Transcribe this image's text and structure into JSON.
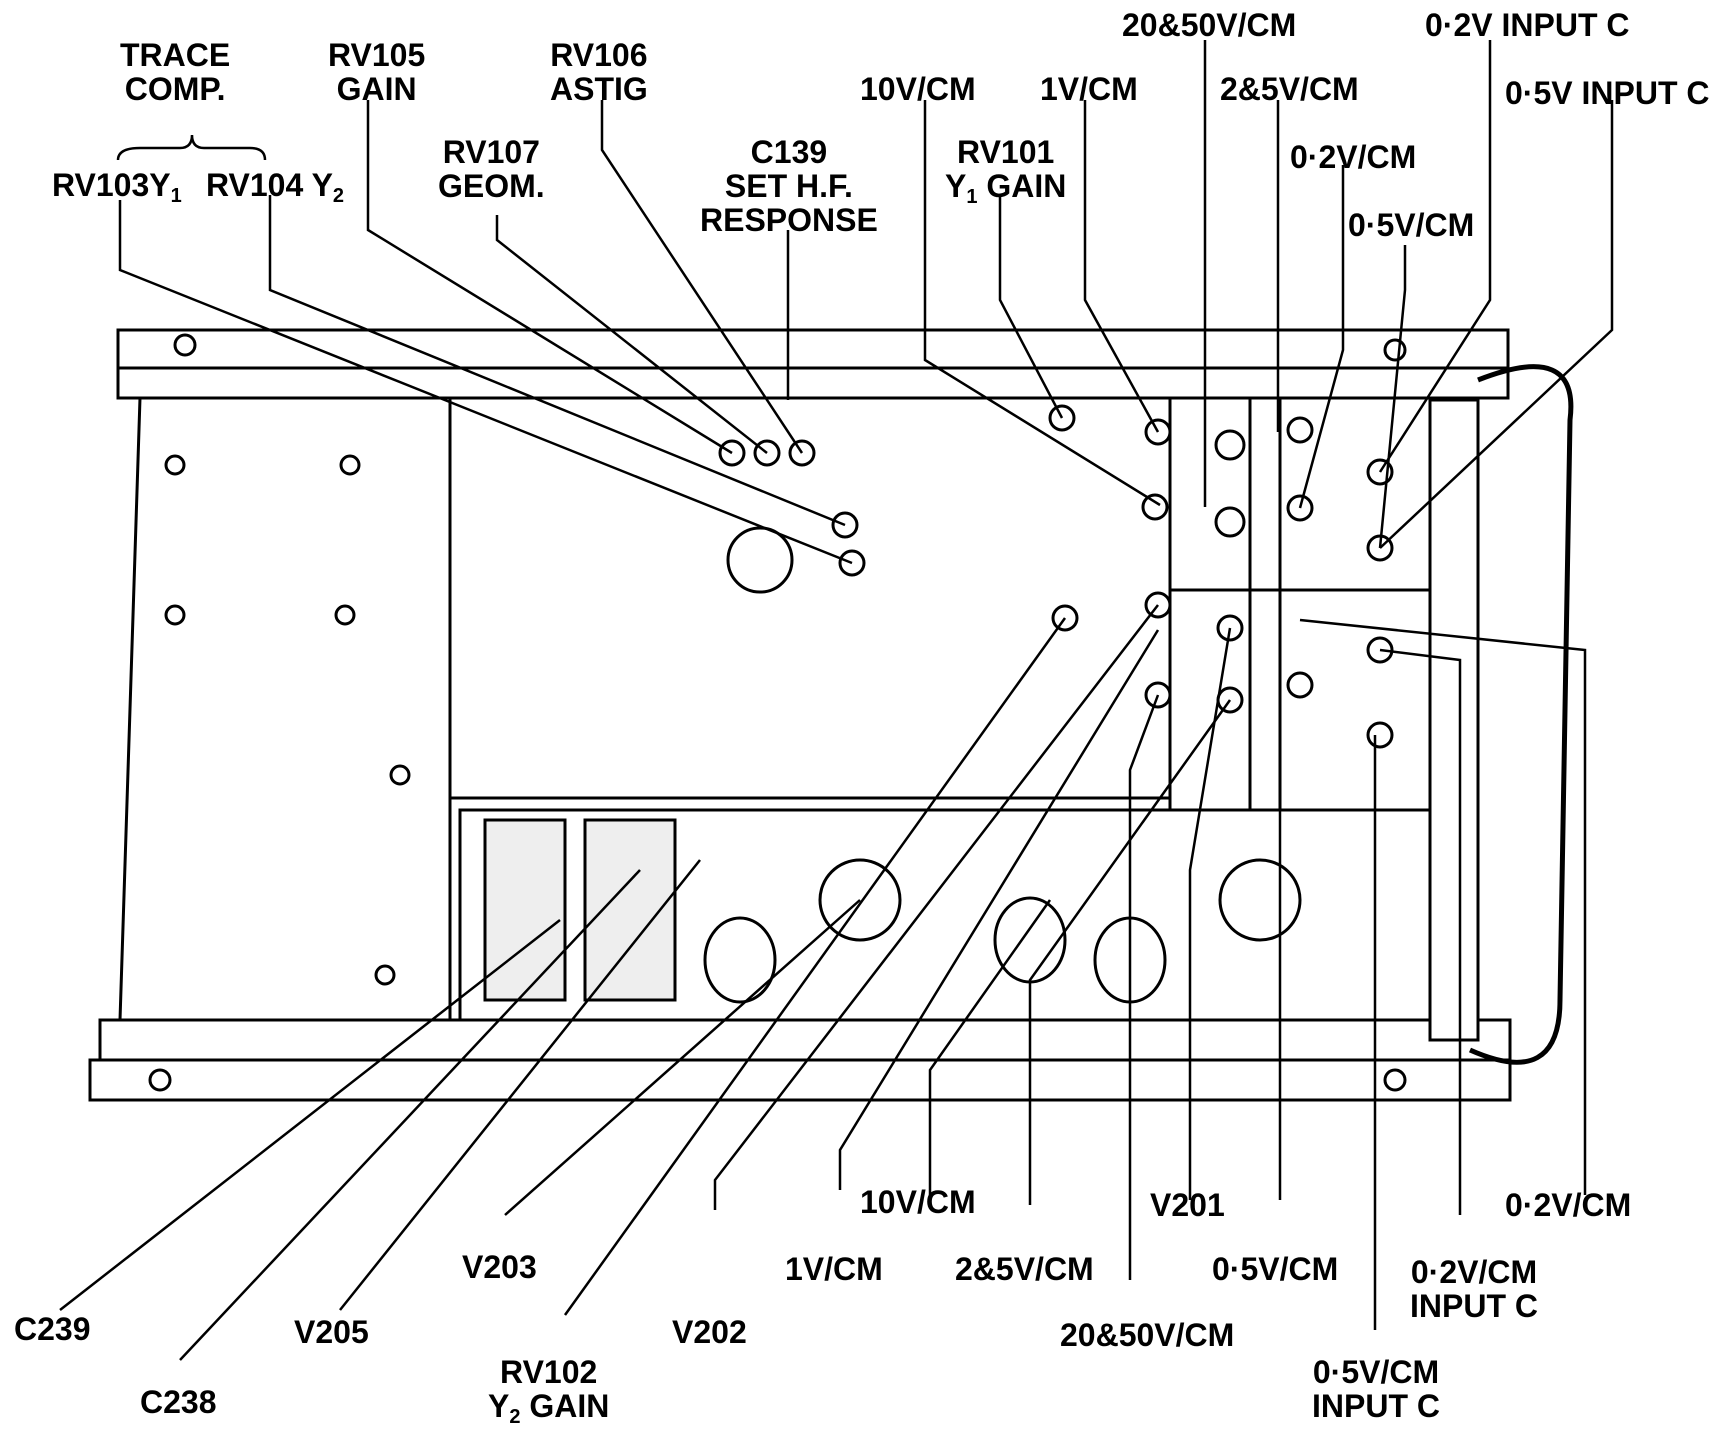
{
  "top_labels": {
    "trace_comp": [
      "TRACE",
      "COMP."
    ],
    "rv103": {
      "text": "RV103Y",
      "sub": "1"
    },
    "rv104": {
      "text": "RV104 Y",
      "sub": "2"
    },
    "rv105": [
      "RV105",
      "GAIN"
    ],
    "rv107": [
      "RV107",
      "GEOM."
    ],
    "rv106": [
      "RV106",
      "ASTIG"
    ],
    "c139": [
      "C139",
      "SET H.F.",
      "RESPONSE"
    ],
    "rv101": {
      "line1": "RV101",
      "line2_pre": "Y",
      "line2_sub": "1",
      "line2_post": " GAIN"
    },
    "v10cm_top": "10V/CM",
    "v1cm_top": "1V/CM",
    "v20_50_top": "20&50V/CM",
    "v2_5_top": "2&5V/CM",
    "v02cm_top": "0·2V/CM",
    "v05cm_top": "0·5V/CM",
    "v02_input_top": "0·2V  INPUT C",
    "v05_input_top": "0·5V  INPUT C"
  },
  "bottom_labels": {
    "c239": "C239",
    "c238": "C238",
    "v205": "V205",
    "v203": "V203",
    "rv102": {
      "line1": "RV102",
      "line2_pre": "Y",
      "line2_sub": "2",
      "line2_post": " GAIN"
    },
    "v202": "V202",
    "v10cm": "10V/CM",
    "v1cm": "1V/CM",
    "v2_5": "2&5V/CM",
    "v20_50": "20&50V/CM",
    "v201": "V201",
    "v05cm": "0·5V/CM",
    "v02cm_input": [
      "0·2V/CM",
      "INPUT C"
    ],
    "v05cm_input": [
      "0·5V/CM",
      "INPUT C"
    ],
    "v02cm": "0·2V/CM"
  }
}
